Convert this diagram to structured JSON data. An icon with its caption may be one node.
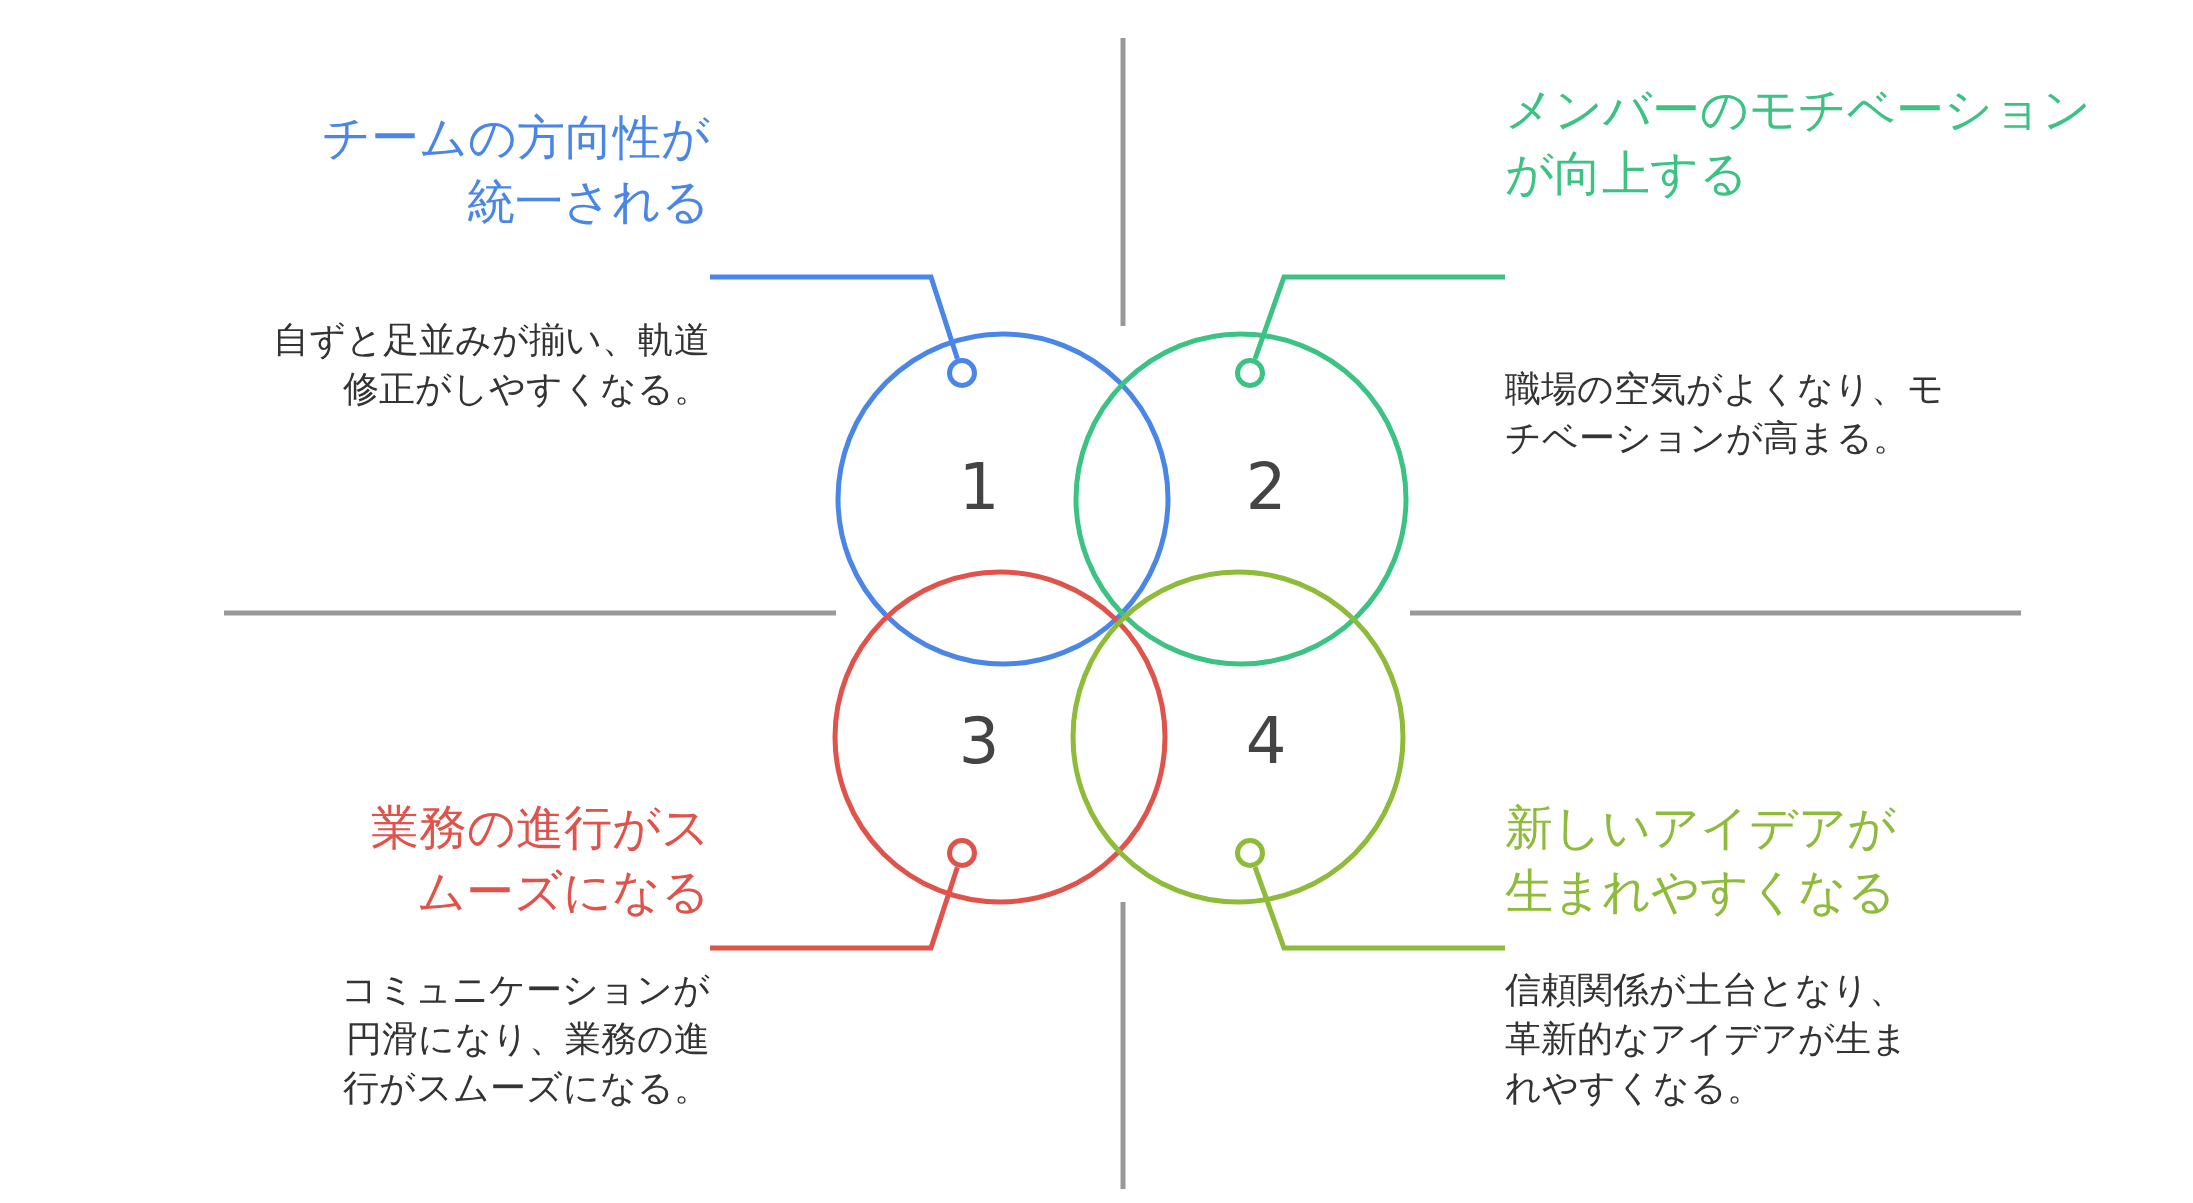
{
  "diagram": {
    "nodes": [
      {
        "text": [
          "チームの方向性が統一される",
          "自ずと足並みが揃い、軌道修正がしやすくなる。"
        ]
      },
      {
        "text": [
          "メンバーのモチベーションが向上する",
          "職場の空気がよくなり、モチベーションが高まる。"
        ]
      },
      {
        "text": [
          "1"
        ]
      },
      {
        "text": [],
        "shape": "circle",
        "in": 2
      },
      {
        "text": [
          "2"
        ]
      },
      {
        "text": [],
        "shape": "circle",
        "in": 4
      },
      {
        "text": [
          "3"
        ]
      },
      {
        "text": [],
        "shape": "circle",
        "in": 6
      },
      {
        "text": [
          "4"
        ]
      },
      {
        "text": [],
        "shape": "circle",
        "in": 8
      },
      {
        "text": [
          "業務の進行がスムーズになる",
          "コミュニケーションが円滑になり、業務の進行がスムーズになる。"
        ]
      },
      {
        "text": [
          "新しいアイデアが生まれやすくなる",
          "信頼関係が土台となり、革新的なアイデアが生まれやすくなる。"
        ]
      }
    ],
    "edges": [
      {
        "from": 0,
        "to": 3,
        "arrow": "none",
        "color": "#4a86e8"
      },
      {
        "from": 1,
        "to": 5,
        "arrow": "none",
        "color": "#3cc283"
      },
      {
        "from": 10,
        "to": 7,
        "arrow": "none",
        "color": "#e0534b"
      },
      {
        "from": 11,
        "to": 9,
        "arrow": "none",
        "color": "#8ebb3a"
      }
    ]
  }
}
